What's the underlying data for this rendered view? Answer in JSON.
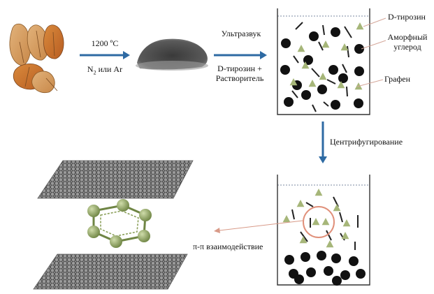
{
  "step1": {
    "line1": "1200 ºC",
    "line2_prefix": "N",
    "line2_sub": "2",
    "line2_suffix": " или Ar"
  },
  "step2": {
    "line1": "Ультразвук",
    "line2": "D-тирозин +",
    "line3": "Растворитель"
  },
  "step3": {
    "label": "Центрифугирование"
  },
  "legend": {
    "tyrosine": "D-тирозин",
    "carbon_line1": "Аморфный",
    "carbon_line2": "углерод",
    "graphene": "Графен"
  },
  "interaction": {
    "label": "π-π взаимодействие"
  },
  "colors": {
    "arrow": "#2e6aa3",
    "triangle": "#a6b679",
    "dot": "#111111",
    "highlight_ring": "#e0907a",
    "molecule": "#8ba05a",
    "sheet": "#6f6f6f"
  }
}
